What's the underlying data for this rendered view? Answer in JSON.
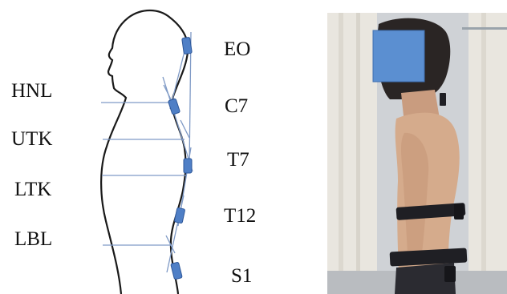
{
  "diagram": {
    "line_color": "#7f9ac6",
    "outline_color": "#1a1a1a",
    "sensor_color": "#4f7fc6",
    "left_labels": [
      "HNL",
      "UTK",
      "LTK",
      "LBL"
    ],
    "sensor_labels": [
      "EO",
      "C7",
      "T7",
      "T12",
      "S1"
    ]
  },
  "photo": {
    "face_mask_color": "#5b8fd1",
    "background_color": "#cfd2d6",
    "curtain_color": "#e9e6df",
    "skin_color": "#d5ab8c",
    "strap_color": "#1f1f24"
  }
}
